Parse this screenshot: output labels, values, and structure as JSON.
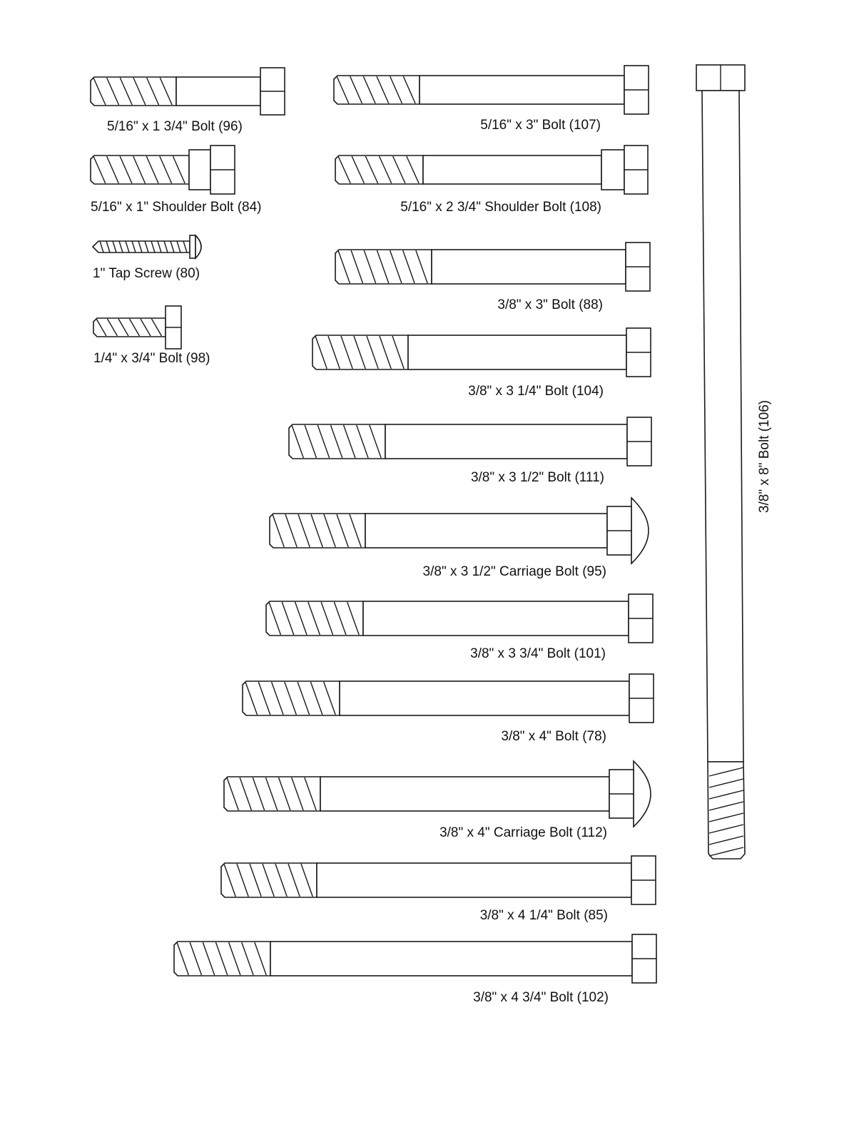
{
  "ink_color": "#1a1a1a",
  "parts": [
    {
      "id": "bolt-96",
      "label": "5/16\" x 1 3/4\" Bolt (96)",
      "kind": "hex-bolt"
    },
    {
      "id": "bolt-84",
      "label": "5/16\" x 1\" Shoulder Bolt (84)",
      "kind": "shoulder-bolt"
    },
    {
      "id": "screw-80",
      "label": "1\" Tap Screw (80)",
      "kind": "tap-screw"
    },
    {
      "id": "bolt-98",
      "label": "1/4\" x 3/4\" Bolt (98)",
      "kind": "hex-bolt"
    },
    {
      "id": "bolt-107",
      "label": "5/16\" x 3\" Bolt (107)",
      "kind": "hex-bolt"
    },
    {
      "id": "bolt-108",
      "label": "5/16\" x 2 3/4\" Shoulder Bolt (108)",
      "kind": "shoulder-bolt"
    },
    {
      "id": "bolt-88",
      "label": "3/8\" x 3\" Bolt (88)",
      "kind": "hex-bolt"
    },
    {
      "id": "bolt-104",
      "label": "3/8\" x 3 1/4\" Bolt (104)",
      "kind": "hex-bolt"
    },
    {
      "id": "bolt-111",
      "label": "3/8\" x 3 1/2\" Bolt (111)",
      "kind": "hex-bolt"
    },
    {
      "id": "bolt-95",
      "label": "3/8\" x 3 1/2\" Carriage Bolt (95)",
      "kind": "carriage-bolt"
    },
    {
      "id": "bolt-101",
      "label": "3/8\" x 3 3/4\" Bolt (101)",
      "kind": "hex-bolt"
    },
    {
      "id": "bolt-78",
      "label": "3/8\" x 4\" Bolt (78)",
      "kind": "hex-bolt"
    },
    {
      "id": "bolt-112",
      "label": "3/8\" x 4\" Carriage Bolt (112)",
      "kind": "carriage-bolt"
    },
    {
      "id": "bolt-85",
      "label": "3/8\" x 4 1/4\" Bolt (85)",
      "kind": "hex-bolt"
    },
    {
      "id": "bolt-102",
      "label": "3/8\" x 4 3/4\" Bolt (102)",
      "kind": "hex-bolt"
    },
    {
      "id": "bolt-106",
      "label": "3/8\" x 8\" Bolt (106)",
      "kind": "hex-bolt"
    }
  ]
}
